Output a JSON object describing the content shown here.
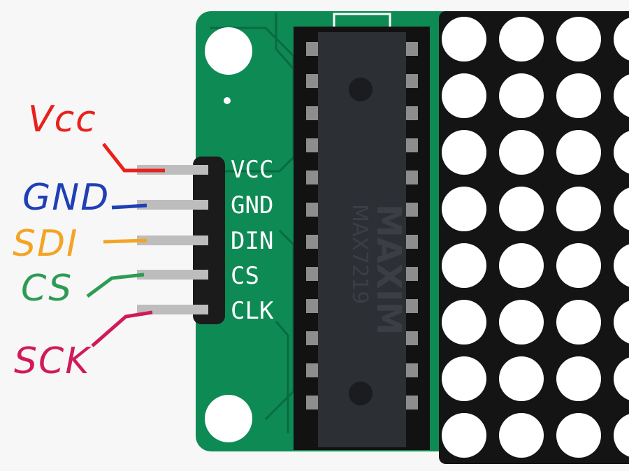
{
  "board": {
    "pin_labels": [
      "VCC",
      "GND",
      "DIN",
      "CS",
      "CLK"
    ],
    "chip_brand": "MAXIM",
    "chip_model": "MAX7219"
  },
  "annotations": [
    {
      "text": "Vcc",
      "color": "#e8211c"
    },
    {
      "text": "GND",
      "color": "#1f3fb5"
    },
    {
      "text": "SDI",
      "color": "#f4a425"
    },
    {
      "text": "CS",
      "color": "#2e9b55"
    },
    {
      "text": "SCK",
      "color": "#d01a5a"
    }
  ],
  "matrix": {
    "rows": 8,
    "visible_columns": 4
  },
  "colors": {
    "pcb": "#0e8a55",
    "chip": "#2c2f34",
    "header": "#1b1b1b",
    "led_off": "#ffffff",
    "matrix_bg": "#141414"
  }
}
